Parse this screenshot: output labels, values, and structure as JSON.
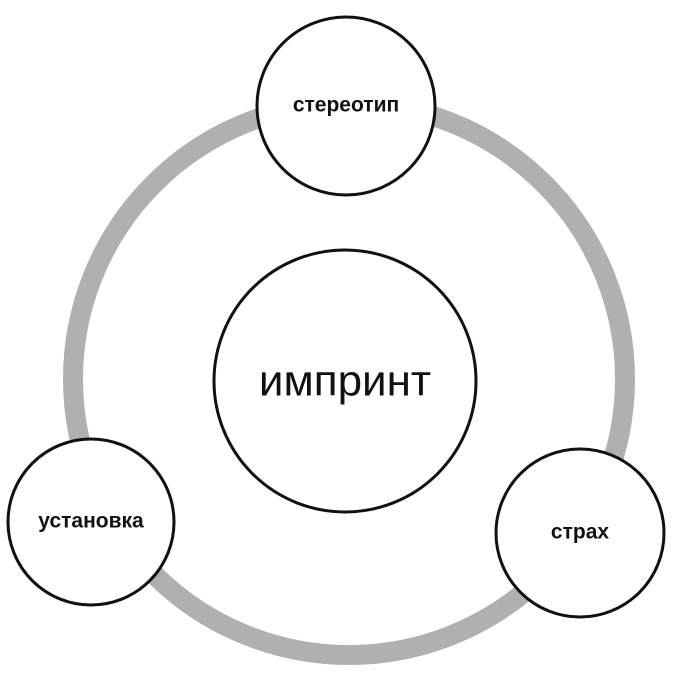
{
  "diagram": {
    "center": {
      "label": "импринт"
    },
    "nodes": [
      {
        "id": "top",
        "label": "стереотип"
      },
      {
        "id": "left",
        "label": "установка"
      },
      {
        "id": "right",
        "label": "страх"
      }
    ]
  },
  "colors": {
    "ring": "#b0b0b0",
    "circle_stroke": "#111111",
    "circle_fill": "#ffffff",
    "text": "#111111"
  }
}
